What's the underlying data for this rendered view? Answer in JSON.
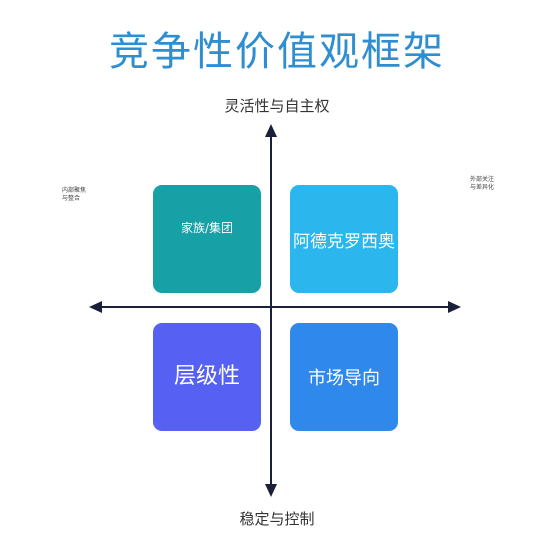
{
  "title": "竞争性价值观框架",
  "axis": {
    "top_label": "灵活性与自主权",
    "bottom_label": "稳定与控制",
    "left_note": [
      "内部聚焦",
      "与整合"
    ],
    "right_note": [
      "外部关注",
      "与差异化"
    ]
  },
  "quadrants": {
    "top_left": {
      "label": "家族/集团",
      "color": "#17a0a5"
    },
    "top_right": {
      "label": "阿德克罗西奥",
      "color": "#2bb6ee"
    },
    "bottom_left": {
      "label": "层级性",
      "color": "#5660f2"
    },
    "bottom_right": {
      "label": "市场导向",
      "color": "#2f89ec"
    }
  },
  "colors": {
    "title": "#2f8ed0",
    "axis": "#1a1f3a"
  }
}
